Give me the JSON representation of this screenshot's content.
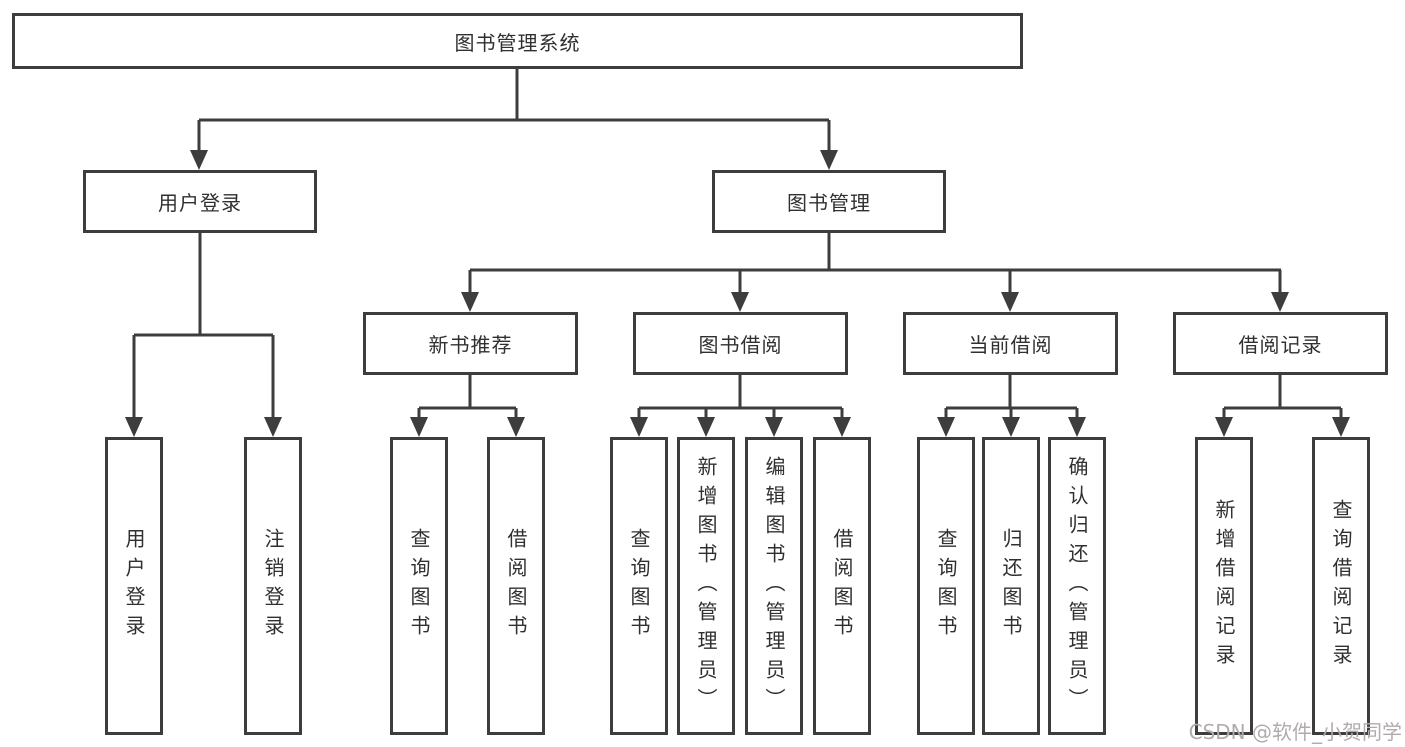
{
  "diagram": {
    "type": "tree",
    "root": {
      "label": "图书管理系统"
    },
    "children": [
      {
        "label": "用户登录",
        "children": [
          {
            "label": "用户登录"
          },
          {
            "label": "注销登录"
          }
        ]
      },
      {
        "label": "图书管理",
        "children": [
          {
            "label": "新书推荐",
            "children": [
              {
                "label": "查询图书"
              },
              {
                "label": "借阅图书"
              }
            ]
          },
          {
            "label": "图书借阅",
            "children": [
              {
                "label": "查询图书"
              },
              {
                "label": "新增图书（管理员）"
              },
              {
                "label": "编辑图书（管理员）"
              },
              {
                "label": "借阅图书"
              }
            ]
          },
          {
            "label": "当前借阅",
            "children": [
              {
                "label": "查询图书"
              },
              {
                "label": "归还图书"
              },
              {
                "label": "确认归还（管理员）"
              }
            ]
          },
          {
            "label": "借阅记录",
            "children": [
              {
                "label": "新增借阅记录"
              },
              {
                "label": "查询借阅记录"
              }
            ]
          }
        ]
      }
    ]
  },
  "watermark": {
    "text": "CSDN @软件_小贺同学"
  },
  "colors": {
    "line": "#3d3d3d",
    "box_border": "#3d3d3d",
    "text": "#303030",
    "watermark_text": "#b3abab",
    "background": "#ffffff"
  }
}
